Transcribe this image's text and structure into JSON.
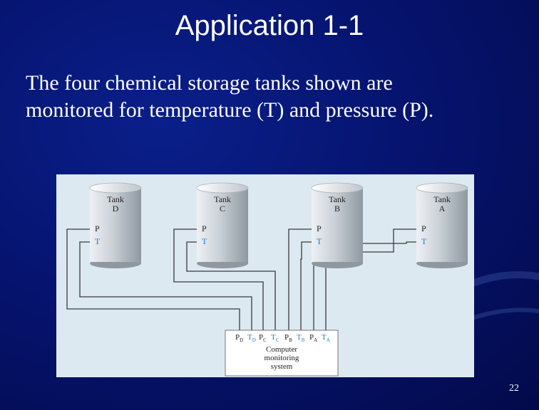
{
  "slide": {
    "title": "Application 1-1",
    "body_lines": [
      "The four chemical storage tanks shown are",
      "monitored for temperature (T) and pressure (P)."
    ],
    "page_number": "22"
  },
  "diagram": {
    "tank_word": "Tank",
    "tanks": [
      {
        "letter": "D",
        "p_label": "P",
        "t_label": "T"
      },
      {
        "letter": "C",
        "p_label": "P",
        "t_label": "T"
      },
      {
        "letter": "B",
        "p_label": "P",
        "t_label": "T"
      },
      {
        "letter": "A",
        "p_label": "P",
        "t_label": "T"
      }
    ],
    "terminals": [
      {
        "base": "P",
        "sub": "D",
        "color": "#222222"
      },
      {
        "base": "T",
        "sub": "D",
        "color": "#1e7fd0"
      },
      {
        "base": "P",
        "sub": "C",
        "color": "#222222"
      },
      {
        "base": "T",
        "sub": "C",
        "color": "#1e7fd0"
      },
      {
        "base": "P",
        "sub": "B",
        "color": "#222222"
      },
      {
        "base": "T",
        "sub": "B",
        "color": "#1e7fd0"
      },
      {
        "base": "P",
        "sub": "A",
        "color": "#222222"
      },
      {
        "base": "T",
        "sub": "A",
        "color": "#1e7fd0"
      }
    ],
    "monitor_lines": [
      "Computer",
      "monitoring",
      "system"
    ],
    "colors": {
      "background": "#dde9f1",
      "tank_body_light": "#e6eaee",
      "tank_body_dark": "#9aa3ab",
      "temperature_label": "#1e7fd0",
      "wire": "#3a3a3a"
    }
  }
}
